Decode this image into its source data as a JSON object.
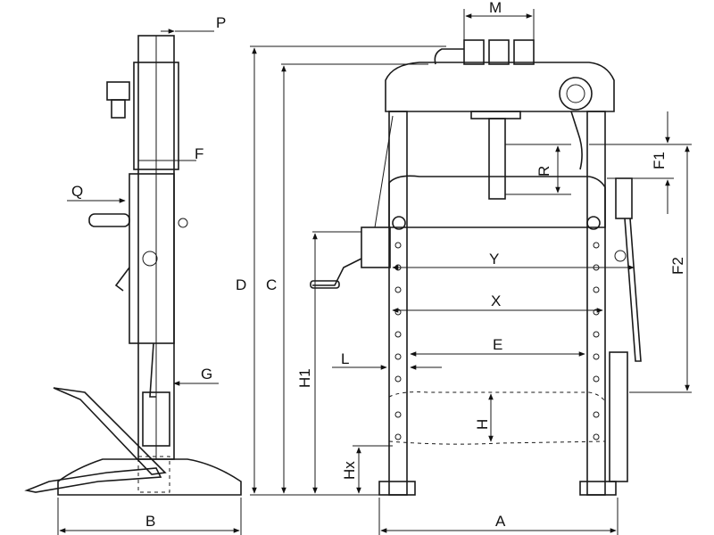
{
  "labels": {
    "P": "P",
    "F": "F",
    "Q": "Q",
    "G": "G",
    "B": "B",
    "M": "M",
    "D": "D",
    "C": "C",
    "H1": "H1",
    "R": "R",
    "F1": "F1",
    "F2": "F2",
    "Y": "Y",
    "X": "X",
    "L": "L",
    "E": "E",
    "H": "H",
    "Hx": "Hx",
    "A": "A"
  }
}
